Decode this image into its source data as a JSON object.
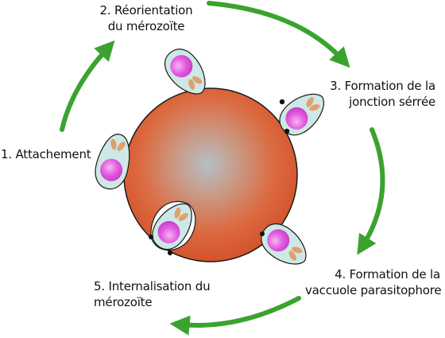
{
  "steps": [
    {
      "line1": "1. Attachement",
      "line2": ""
    },
    {
      "line1": "2. Réorientation",
      "line2": "du mérozoïte"
    },
    {
      "line1": "3. Formation de la",
      "line2": "jonction sérrée"
    },
    {
      "line1": "4. Formation de la",
      "line2": "vaccuole parasitophore"
    },
    {
      "line1": "5. Internalisation du",
      "line2": "mérozoïte"
    }
  ],
  "colors": {
    "arrow": "#3aa32e",
    "cell_edge": "#d9522c",
    "cell_center": "#b8c0c6",
    "merozoite_body": "#cde8e6",
    "merozoite_nucleus": "#e04ad8",
    "rhoptry": "#e0a06a",
    "junction_dot": "#111111"
  }
}
